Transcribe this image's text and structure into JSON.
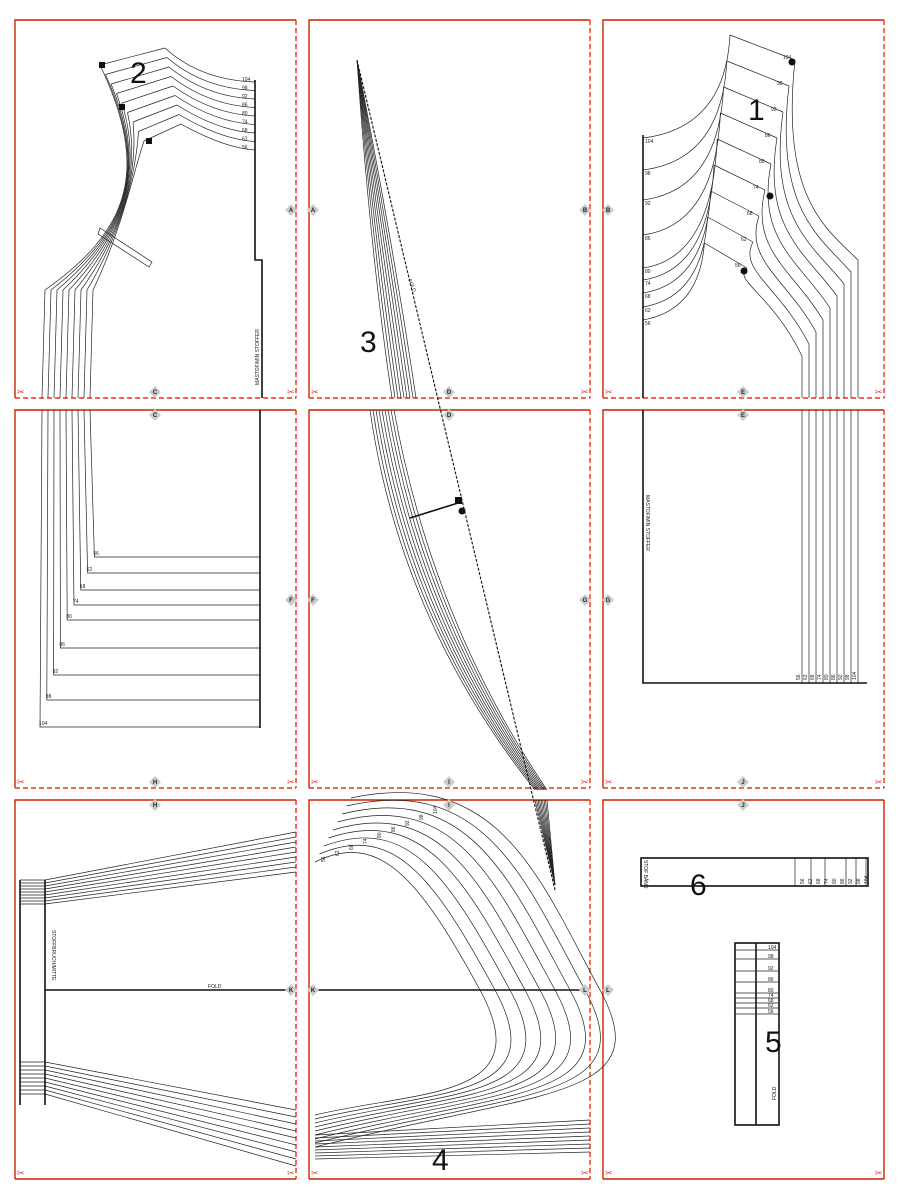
{
  "sizes": [
    "104",
    "98",
    "92",
    "86",
    "80",
    "74",
    "68",
    "62",
    "56"
  ],
  "pieces": {
    "p1": "1",
    "p2": "2",
    "p3": "3",
    "p4": "4",
    "p5": "5",
    "p6": "6"
  },
  "labels": {
    "piece2_note": "MASTOF/MIN STOFFER",
    "piece1_note": "MASTOF/MIN STOFFER",
    "fold": "FOLD",
    "sleeve_note": "STOFFBRUCH/MITTE",
    "piece6_note": "STOF BÅND",
    "piece5_note": "FOLD"
  },
  "markers": [
    "A",
    "B",
    "C",
    "D",
    "E",
    "F",
    "G",
    "H",
    "I",
    "J",
    "K",
    "L"
  ],
  "cut_mark": "✂",
  "colors": {
    "page_border": "#e33311",
    "lines": "#222222"
  }
}
